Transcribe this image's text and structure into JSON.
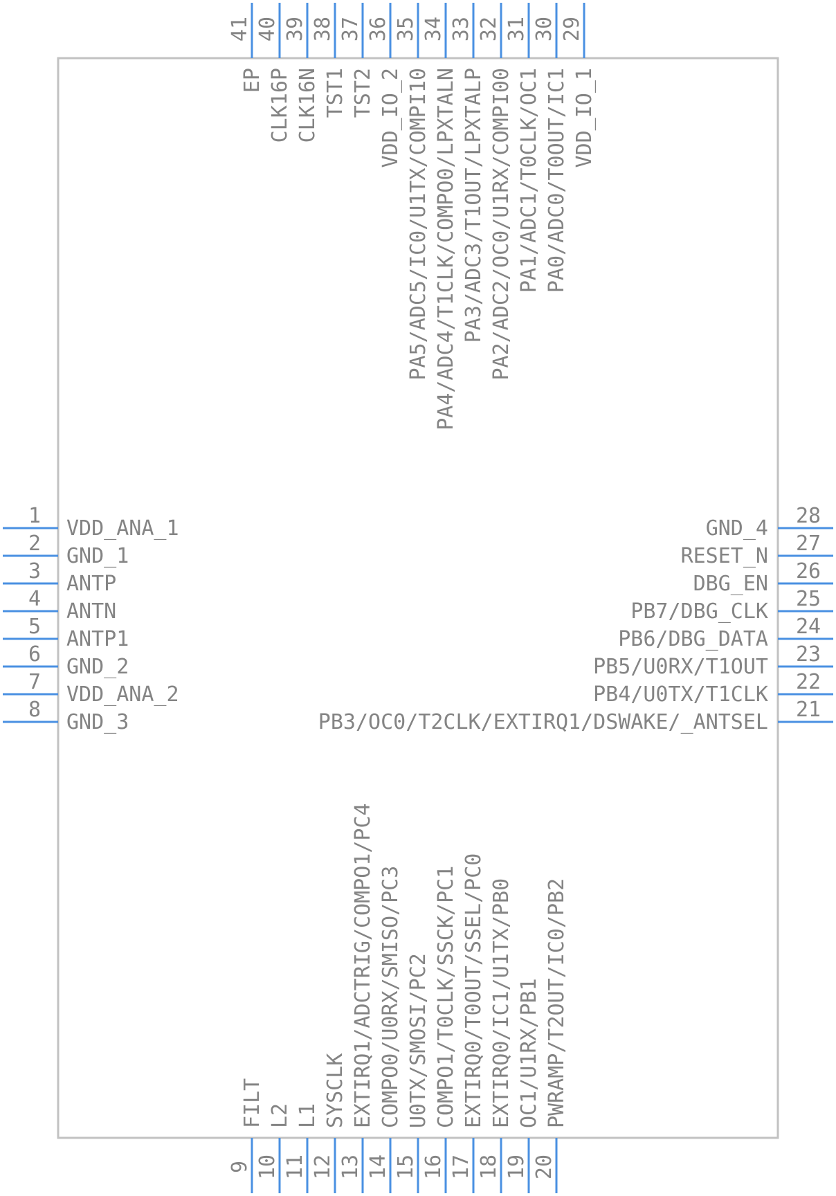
{
  "pins": [
    {
      "num": "1",
      "name": "VDD_ANA_1"
    },
    {
      "num": "2",
      "name": "GND_1"
    },
    {
      "num": "3",
      "name": "ANTP"
    },
    {
      "num": "4",
      "name": "ANTN"
    },
    {
      "num": "5",
      "name": "ANTP1"
    },
    {
      "num": "6",
      "name": "GND_2"
    },
    {
      "num": "7",
      "name": "VDD_ANA_2"
    },
    {
      "num": "8",
      "name": "GND_3"
    },
    {
      "num": "9",
      "name": "FILT"
    },
    {
      "num": "10",
      "name": "L2"
    },
    {
      "num": "11",
      "name": "L1"
    },
    {
      "num": "12",
      "name": "SYSCLK"
    },
    {
      "num": "13",
      "name": "EXTIRQ1/ADCTRIG/COMPO1/PC4"
    },
    {
      "num": "14",
      "name": "COMPO0/U0RX/SMISO/PC3"
    },
    {
      "num": "15",
      "name": "U0TX/SMOSI/PC2"
    },
    {
      "num": "16",
      "name": "COMPO1/T0CLK/SSCK/PC1"
    },
    {
      "num": "17",
      "name": "EXTIRQ0/T0OUT/SSEL/PC0"
    },
    {
      "num": "18",
      "name": "EXTIRQ0/IC1/U1TX/PB0"
    },
    {
      "num": "19",
      "name": "OC1/U1RX/PB1"
    },
    {
      "num": "20",
      "name": "PWRAMP/T2OUT/IC0/PB2"
    },
    {
      "num": "21",
      "name": "PB3/OC0/T2CLK/EXTIRQ1/DSWAKE/_ANTSEL"
    },
    {
      "num": "22",
      "name": "PB4/U0TX/T1CLK"
    },
    {
      "num": "23",
      "name": "PB5/U0RX/T1OUT"
    },
    {
      "num": "24",
      "name": "PB6/DBG_DATA"
    },
    {
      "num": "25",
      "name": "PB7/DBG_CLK"
    },
    {
      "num": "26",
      "name": "DBG_EN"
    },
    {
      "num": "27",
      "name": "RESET_N"
    },
    {
      "num": "28",
      "name": "GND_4"
    },
    {
      "num": "29",
      "name": "VDD_IO_1"
    },
    {
      "num": "30",
      "name": "PA0/ADC0/T0OUT/IC1"
    },
    {
      "num": "31",
      "name": "PA1/ADC1/T0CLK/OC1"
    },
    {
      "num": "32",
      "name": "PA2/ADC2/OC0/U1RX/COMPI00"
    },
    {
      "num": "33",
      "name": "PA3/ADC3/T1OUT/LPXTALP"
    },
    {
      "num": "34",
      "name": "PA4/ADC4/T1CLK/COMPO0/LPXTALN"
    },
    {
      "num": "35",
      "name": "PA5/ADC5/IC0/U1TX/COMPI10"
    },
    {
      "num": "36",
      "name": "VDD_IO_2"
    },
    {
      "num": "37",
      "name": "TST2"
    },
    {
      "num": "38",
      "name": "TST1"
    },
    {
      "num": "39",
      "name": "CLK16N"
    },
    {
      "num": "40",
      "name": "CLK16P"
    },
    {
      "num": "41",
      "name": "EP"
    }
  ],
  "colors": {
    "pin_line": "#4a90e2",
    "body_outline": "#c2c2c2",
    "text": "#848484"
  }
}
